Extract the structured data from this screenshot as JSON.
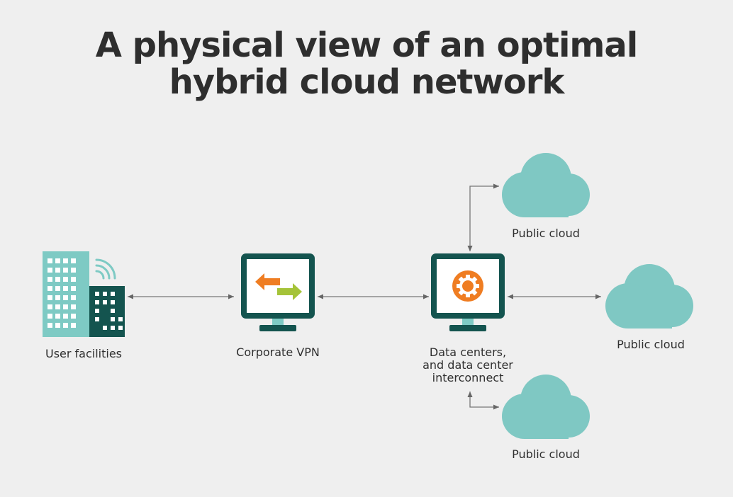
{
  "title": {
    "line1": "A physical view of an optimal",
    "line2": "hybrid cloud network"
  },
  "nodes": {
    "user_facilities": {
      "label": "User facilities",
      "icon": "building-icon"
    },
    "corporate_vpn": {
      "label": "Corporate VPN",
      "icon": "monitor-arrows-icon"
    },
    "data_centers": {
      "label_lines": [
        "Data centers,",
        "and data center",
        "interconnect"
      ],
      "icon": "monitor-gear-icon"
    },
    "cloud_top": {
      "label": "Public cloud",
      "icon": "cloud-icon"
    },
    "cloud_right": {
      "label": "Public cloud",
      "icon": "cloud-icon"
    },
    "cloud_bottom": {
      "label": "Public cloud",
      "icon": "cloud-icon"
    }
  },
  "colors": {
    "teal_dark": "#14544f",
    "teal_light": "#7ecac4",
    "cloud": "#7fc8c3",
    "orange": "#ef7d22",
    "green": "#a5c339",
    "connector": "#666666",
    "background": "#efefef"
  }
}
